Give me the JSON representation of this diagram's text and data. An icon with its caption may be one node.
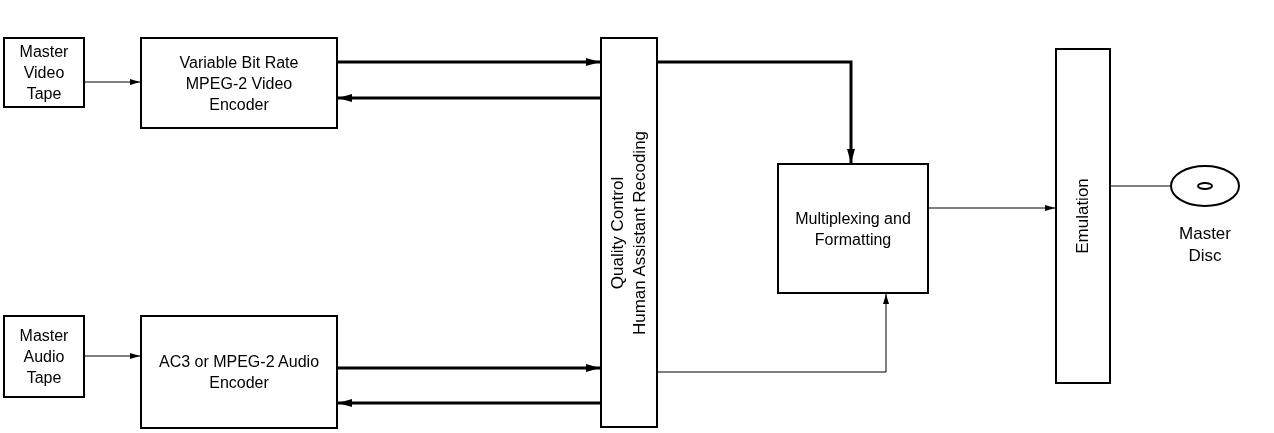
{
  "diagram": {
    "nodes": [
      {
        "text": [
          "Master Video Tape"
        ]
      },
      {
        "text": [
          "Variable Bit Rate MPEG-2 Video Encoder"
        ]
      },
      {
        "text": [
          "Quality Control",
          "Human Assistant Recoding"
        ]
      },
      {
        "text": [
          "Master Audio Tape"
        ]
      },
      {
        "text": [
          "AC3 or MPEG-2 Audio Encoder"
        ]
      },
      {
        "text": [
          "Multiplexing and Formatting"
        ]
      },
      {
        "text": [
          "Emulation"
        ]
      },
      {
        "text": [],
        "shape": "disc",
        "beside": [
          "Master Disc"
        ]
      }
    ],
    "edges": [
      {
        "from": 0,
        "to": 1,
        "arrow": "to"
      },
      {
        "from": 1,
        "to": 2,
        "arrow": "to",
        "style": "thick"
      },
      {
        "from": 2,
        "to": 1,
        "arrow": "to",
        "style": "thick"
      },
      {
        "from": 3,
        "to": 4,
        "arrow": "to"
      },
      {
        "from": 4,
        "to": 2,
        "arrow": "to",
        "style": "thick"
      },
      {
        "from": 2,
        "to": 4,
        "arrow": "to",
        "style": "thick"
      },
      {
        "from": 2,
        "to": 5,
        "arrow": "to",
        "style": "thick"
      },
      {
        "from": 2,
        "to": 5,
        "arrow": "to"
      },
      {
        "from": 5,
        "to": 6,
        "arrow": "to"
      },
      {
        "from": 6,
        "to": 7,
        "arrow": "none"
      }
    ]
  }
}
